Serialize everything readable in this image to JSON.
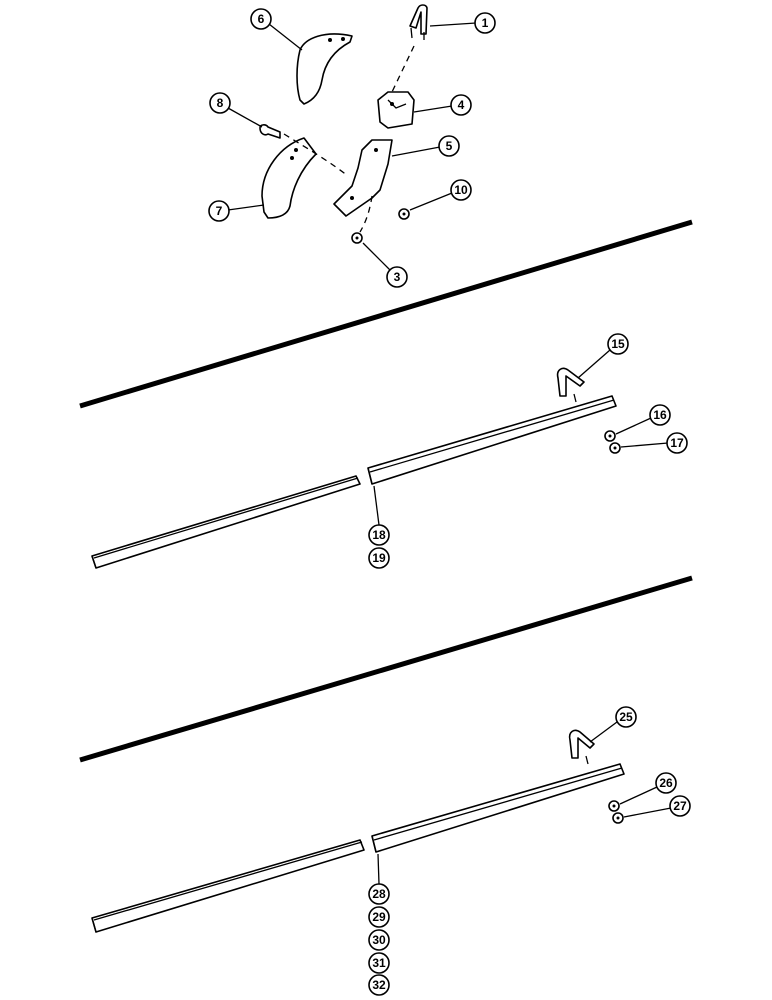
{
  "callouts": {
    "c1": "1",
    "c3": "3",
    "c4": "4",
    "c5": "5",
    "c6": "6",
    "c7": "7",
    "c8": "8",
    "c10": "10",
    "c15": "15",
    "c16": "16",
    "c17": "17",
    "c18": "18",
    "c19": "19",
    "c25": "25",
    "c26": "26",
    "c27": "27",
    "c28": "28",
    "c29": "29",
    "c30": "30",
    "c31": "31",
    "c32": "32"
  },
  "colors": {
    "ink": "#000000",
    "paper": "#ffffff"
  }
}
